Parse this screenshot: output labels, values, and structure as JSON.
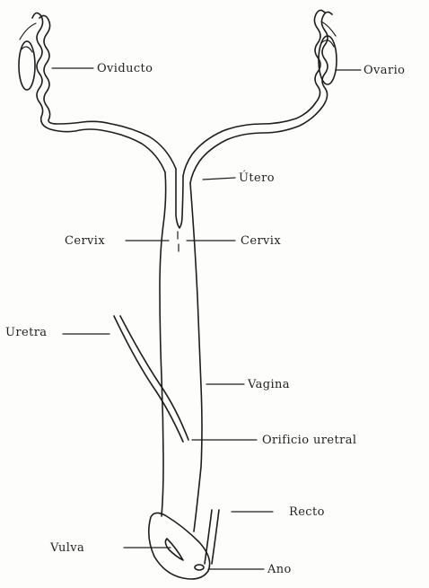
{
  "labels": {
    "oviducto": "Oviducto",
    "ovario": "Ovario",
    "utero": "Útero",
    "cervix_left": "Cervix",
    "cervix_right": "Cervix",
    "uretra": "Uretra",
    "vagina": "Vagina",
    "orificio_uretral": "Orificio uretral",
    "recto": "Recto",
    "vulva": "Vulva",
    "ano": "Ano"
  }
}
